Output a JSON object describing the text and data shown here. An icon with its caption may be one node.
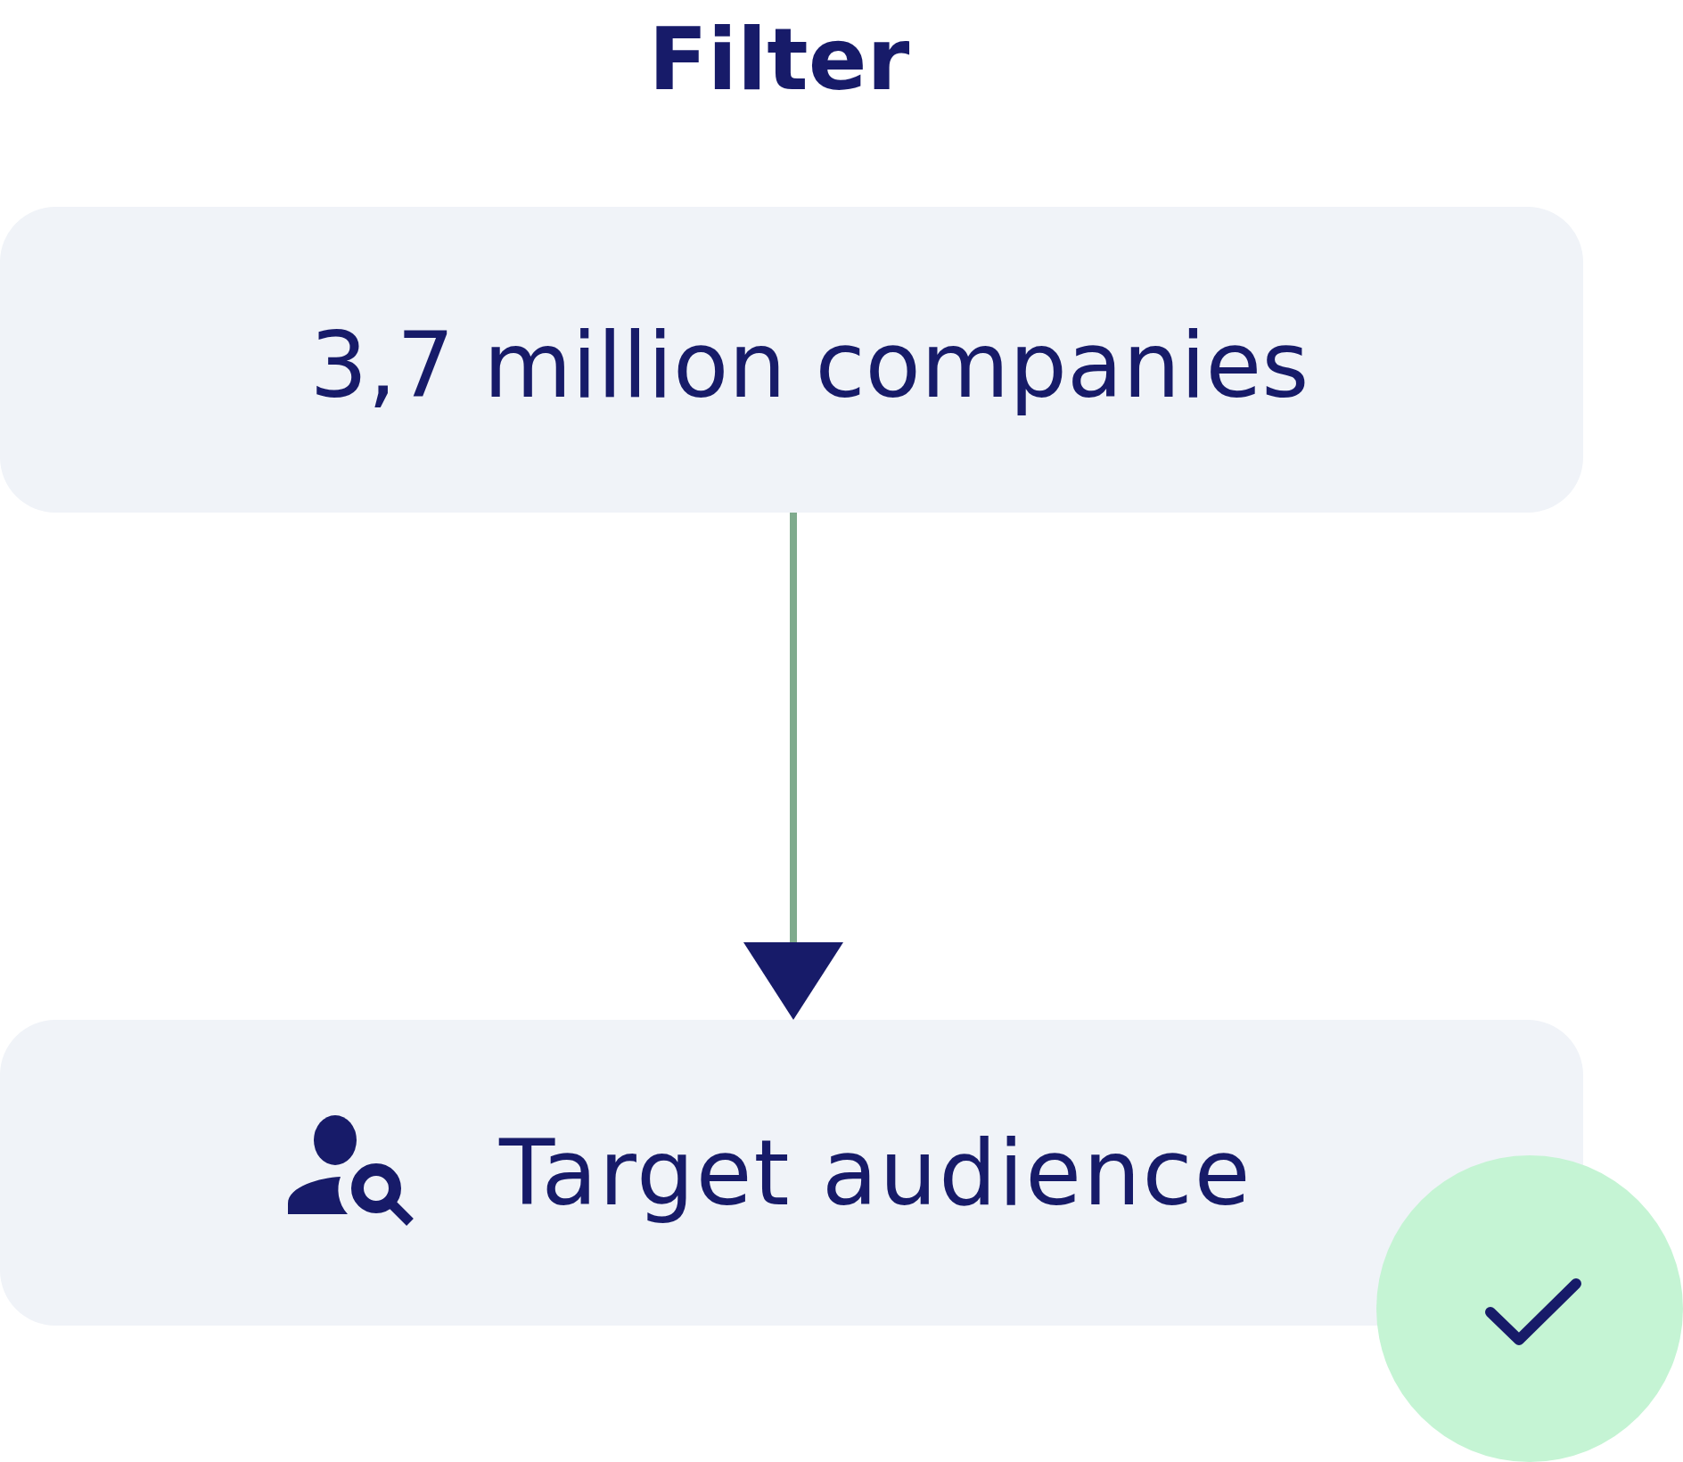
{
  "diagram": {
    "title": "Filter",
    "nodes": [
      {
        "text": [
          "3,7 million companies"
        ]
      },
      {
        "text": [
          "Target audience"
        ]
      }
    ],
    "edges": [
      {
        "from": 0,
        "to": 1,
        "arrow": "to"
      }
    ]
  }
}
